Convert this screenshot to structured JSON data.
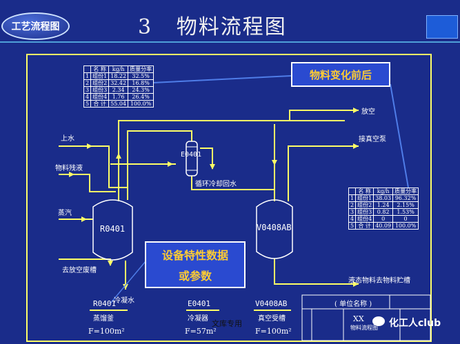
{
  "header": {
    "badge": "工艺流程图",
    "title": "3   物料流程图"
  },
  "callouts": {
    "material_change": "物料变化前后",
    "equipment_data_line1": "设备特性数据",
    "equipment_data_line2": "或参数"
  },
  "stream_labels": {
    "top_water": "上水",
    "feed": "物料残液",
    "steam": "蒸汽",
    "to_drain": "去放空废槽",
    "vent": "放空",
    "vacuum": "接真空泵",
    "cooling_return": "循环冷却回水",
    "condensate": "冷凝水",
    "liquid_to_tank": "液态物料去物料贮槽"
  },
  "equipment": {
    "r0401": "R0401",
    "e0401": "E0401",
    "v0408ab": "V0408AB"
  },
  "equipment_specs": [
    {
      "tag": "R0401",
      "name": "蒸馏釜",
      "area": "F=100m²"
    },
    {
      "tag": "E0401",
      "name": "冷凝器",
      "area": "F=57m²"
    },
    {
      "tag": "V0408AB",
      "name": "真空受槽",
      "area": "F=100m²"
    }
  ],
  "table_before": {
    "headers": [
      "",
      "名 称",
      "kg/h",
      "质量分率"
    ],
    "rows": [
      [
        "1",
        "组份1",
        "18.22",
        "32.5%"
      ],
      [
        "2",
        "组份2",
        "32.42",
        "16.8%"
      ],
      [
        "3",
        "组份3",
        "2.34",
        "24.3%"
      ],
      [
        "4",
        "组份4",
        "1.76",
        "26.4%"
      ],
      [
        "5",
        "合 计",
        "55.04",
        "100.0%"
      ]
    ]
  },
  "table_after": {
    "headers": [
      "",
      "名 称",
      "kg/h",
      "质量分率"
    ],
    "rows": [
      [
        "1",
        "组份1",
        "38.03",
        "96.32%"
      ],
      [
        "2",
        "组份2",
        "1.24",
        "2.15%"
      ],
      [
        "3",
        "组份3",
        "0.82",
        "1.53%"
      ],
      [
        "4",
        "组份4",
        "0",
        "0"
      ],
      [
        "5",
        "合 计",
        "40.09",
        "100.0%"
      ]
    ]
  },
  "title_block": {
    "unit": "( 单位名称 )",
    "drawing": "XX",
    "drawing_sub": "物料流程图"
  },
  "watermark": {
    "library": "文库专用",
    "brand": "化工人club"
  },
  "colors": {
    "background": "#1a2c8a",
    "pipe": "#ffff66",
    "border": "#ffff66",
    "callout_text": "#ffcc33",
    "leader": "#4f7de8"
  }
}
